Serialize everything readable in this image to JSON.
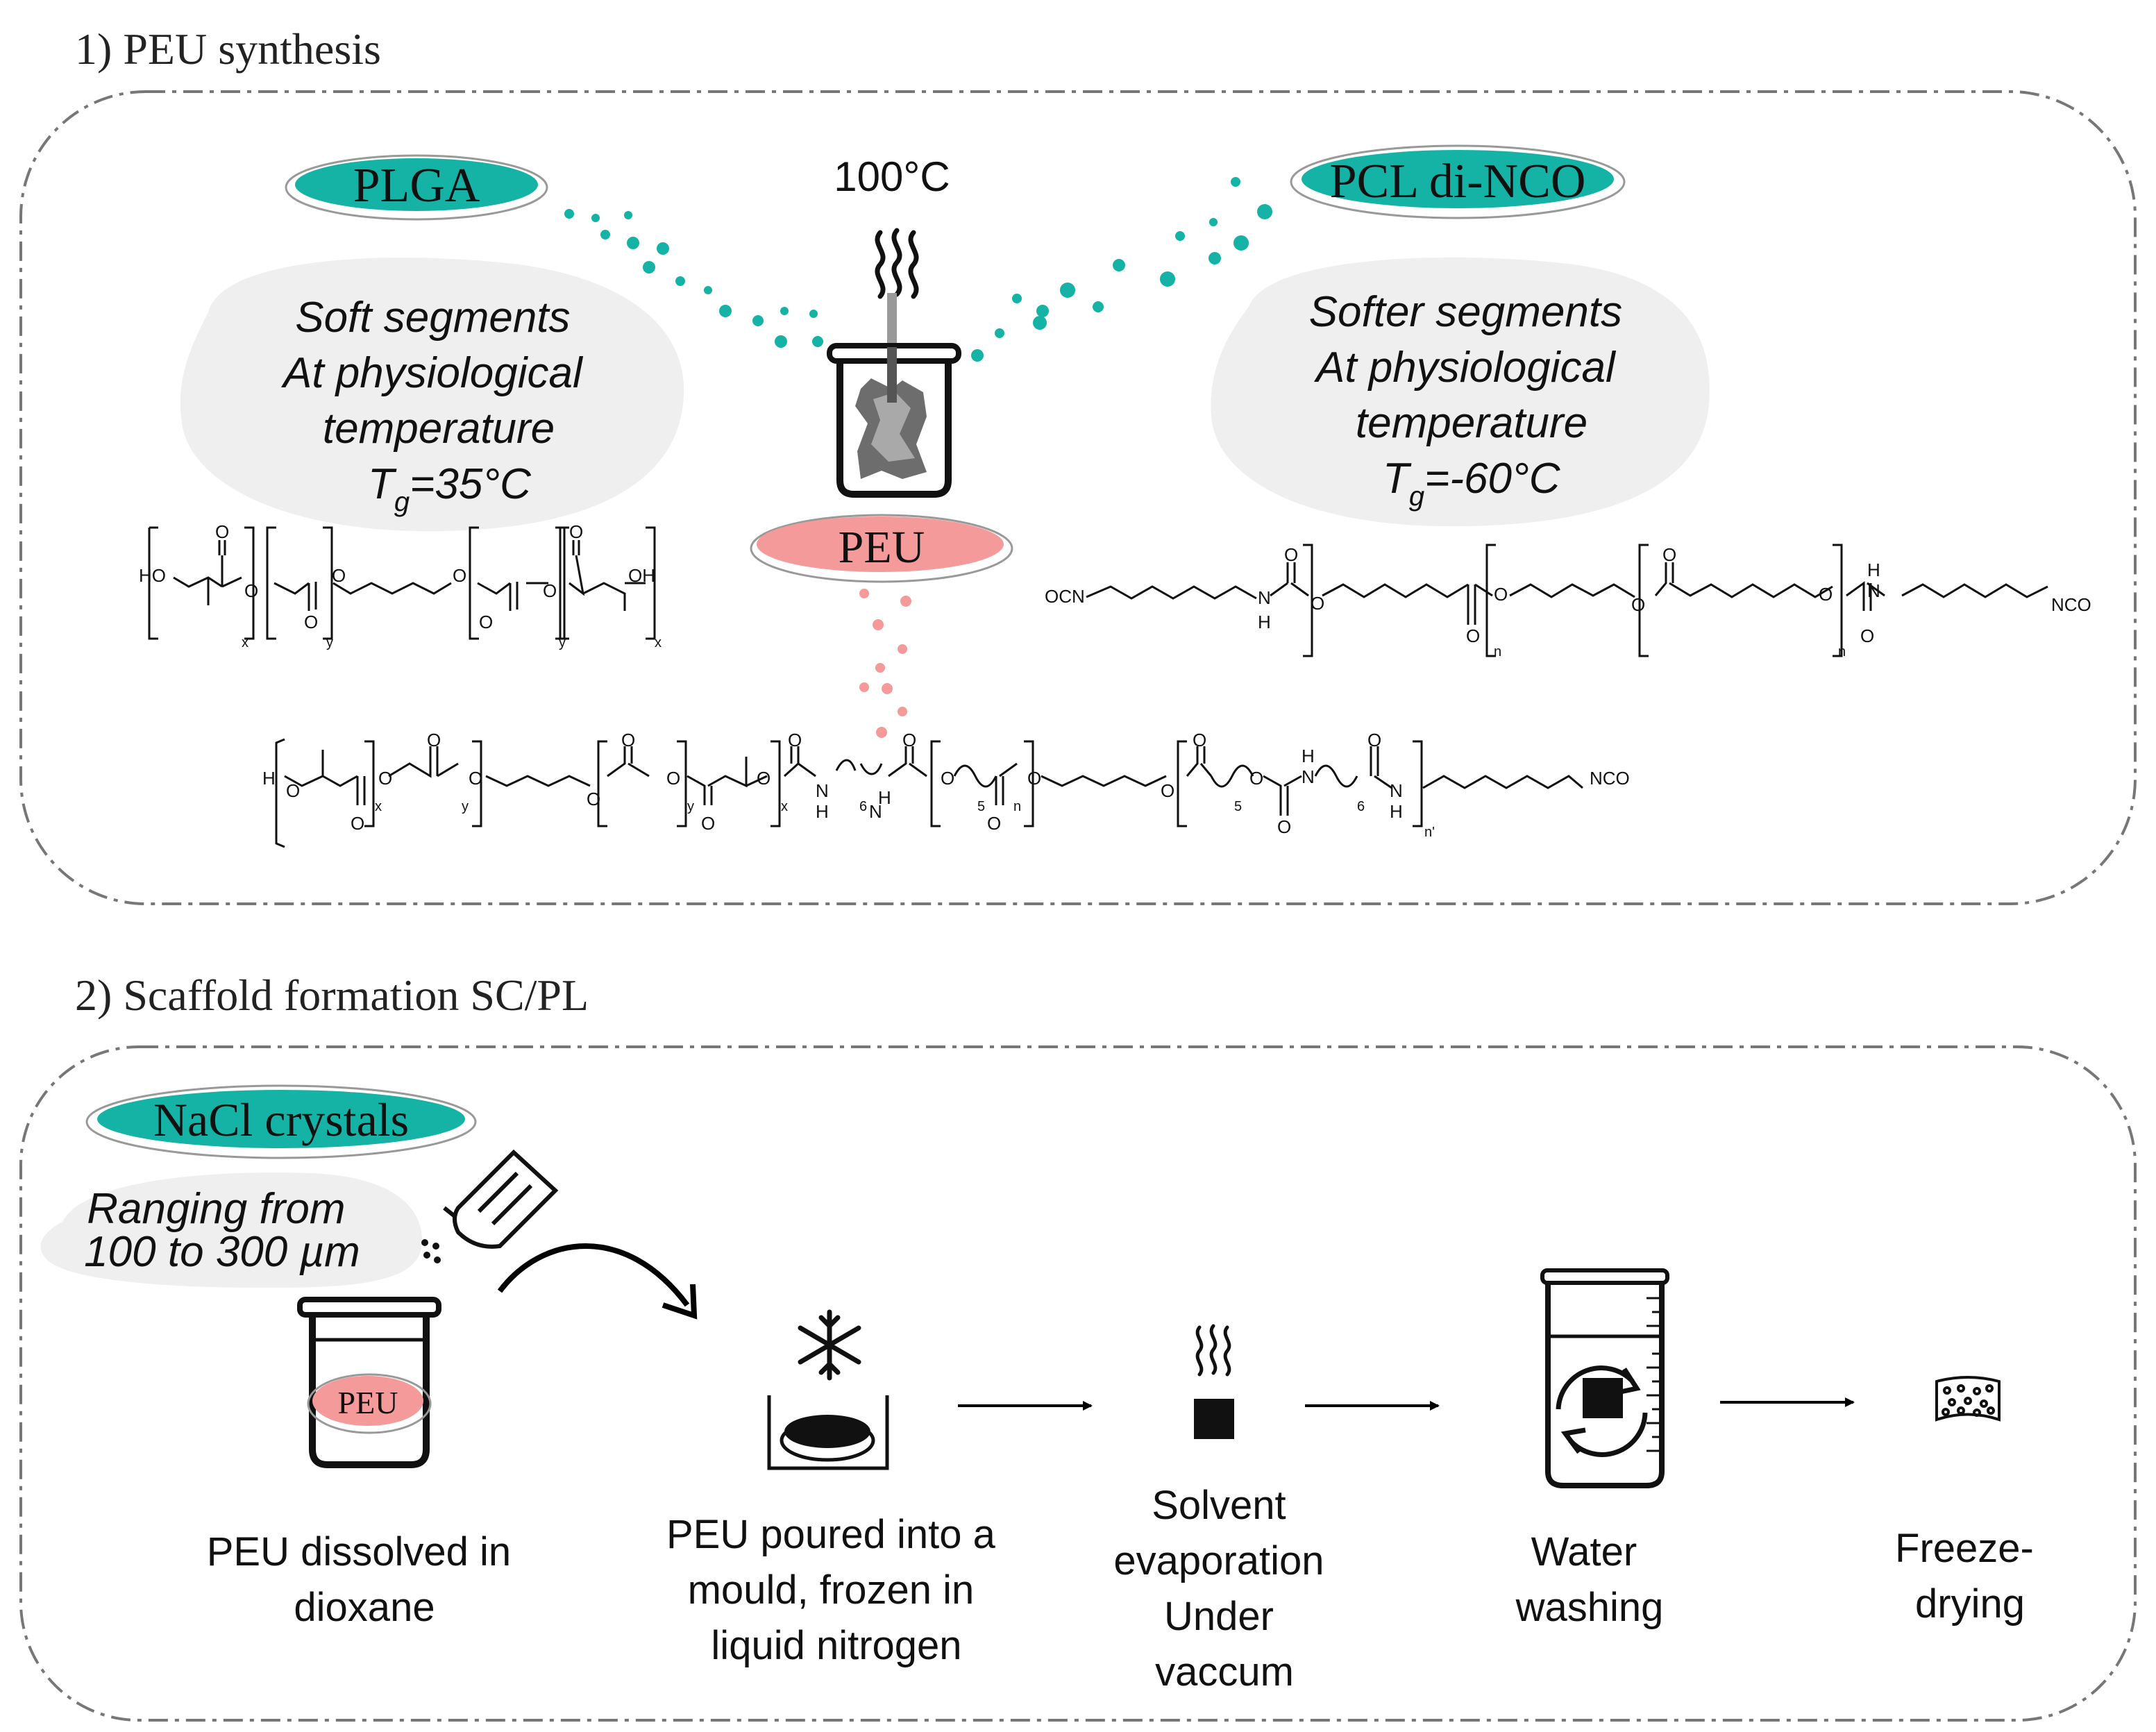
{
  "section1": {
    "title": "1) PEU synthesis",
    "plga": {
      "label": "PLGA",
      "note_lines": [
        "Soft segments",
        "At physiological",
        "temperature",
        "T",
        "g",
        "=35°C"
      ]
    },
    "pcl": {
      "label": "PCL di-NCO",
      "note_lines": [
        "Softer segments",
        "At physiological",
        "temperature",
        "T",
        "g",
        "=-60°C"
      ]
    },
    "temperature": "100°C",
    "peu_label": "PEU",
    "chem": {
      "ho": "HO",
      "oh": "OH",
      "o": "O",
      "x": "x",
      "y": "y",
      "n": "n",
      "n2": "n'",
      "ocn": "OCN",
      "nco": "NCO",
      "n_atom": "N",
      "h_atom": "H",
      "h_start": "H",
      "five": "5",
      "six": "6"
    }
  },
  "section2": {
    "title": "2) Scaffold formation SC/PL",
    "nacl": {
      "label": "NaCl crystals",
      "note_lines": [
        "Ranging from",
        "100 to 300 µm"
      ]
    },
    "vial_label": "PEU",
    "steps": [
      {
        "lines": [
          "PEU dissolved in",
          "dioxane"
        ]
      },
      {
        "lines": [
          "PEU poured into a",
          "mould, frozen in",
          "liquid nitrogen"
        ]
      },
      {
        "lines": [
          "Solvent",
          "evaporation",
          "Under",
          "vaccum"
        ]
      },
      {
        "lines": [
          "Water",
          "washing"
        ]
      },
      {
        "lines": [
          "Freeze-",
          "drying"
        ]
      }
    ]
  },
  "colors": {
    "teal": "#15b3a6",
    "pink": "#f49a9a",
    "grey_bubble": "#efefef",
    "border": "#777777"
  }
}
